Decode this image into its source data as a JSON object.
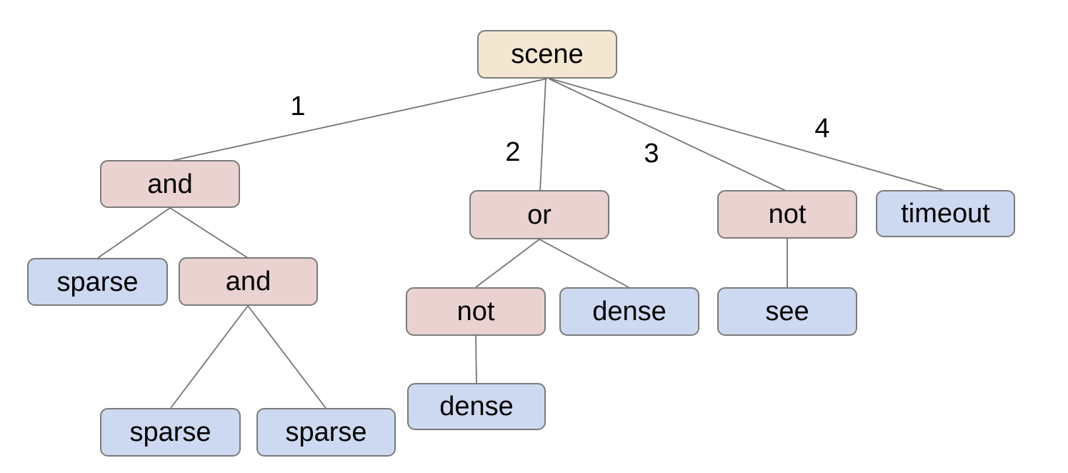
{
  "diagram": {
    "type": "tree",
    "root": "scene"
  },
  "nodes": [
    {
      "id": "scene",
      "label": "scene",
      "kind": "root"
    },
    {
      "id": "and-1",
      "label": "and",
      "kind": "operator"
    },
    {
      "id": "or-1",
      "label": "or",
      "kind": "operator"
    },
    {
      "id": "not-1",
      "label": "not",
      "kind": "operator"
    },
    {
      "id": "timeout",
      "label": "timeout",
      "kind": "leaf"
    },
    {
      "id": "sparse-1",
      "label": "sparse",
      "kind": "leaf"
    },
    {
      "id": "and-2",
      "label": "and",
      "kind": "operator"
    },
    {
      "id": "not-2",
      "label": "not",
      "kind": "operator"
    },
    {
      "id": "dense-1",
      "label": "dense",
      "kind": "leaf"
    },
    {
      "id": "see",
      "label": "see",
      "kind": "leaf"
    },
    {
      "id": "sparse-2",
      "label": "sparse",
      "kind": "leaf"
    },
    {
      "id": "sparse-3",
      "label": "sparse",
      "kind": "leaf"
    },
    {
      "id": "dense-2",
      "label": "dense",
      "kind": "leaf"
    }
  ],
  "edges": [
    {
      "from": "scene",
      "to": "and-1",
      "label": "1"
    },
    {
      "from": "scene",
      "to": "or-1",
      "label": "2"
    },
    {
      "from": "scene",
      "to": "not-1",
      "label": "3"
    },
    {
      "from": "scene",
      "to": "timeout",
      "label": "4"
    },
    {
      "from": "and-1",
      "to": "sparse-1",
      "label": ""
    },
    {
      "from": "and-1",
      "to": "and-2",
      "label": ""
    },
    {
      "from": "and-2",
      "to": "sparse-2",
      "label": ""
    },
    {
      "from": "and-2",
      "to": "sparse-3",
      "label": ""
    },
    {
      "from": "or-1",
      "to": "not-2",
      "label": ""
    },
    {
      "from": "or-1",
      "to": "dense-1",
      "label": ""
    },
    {
      "from": "not-2",
      "to": "dense-2",
      "label": ""
    },
    {
      "from": "not-1",
      "to": "see",
      "label": ""
    }
  ],
  "colors": {
    "root_fill": "#f4e7d2",
    "operator_fill": "#e9d2cf",
    "leaf_fill": "#cdd9f1",
    "node_border": "#7b7b7b",
    "edge_line": "#757575",
    "text": "#000000",
    "background": "#ffffff"
  }
}
